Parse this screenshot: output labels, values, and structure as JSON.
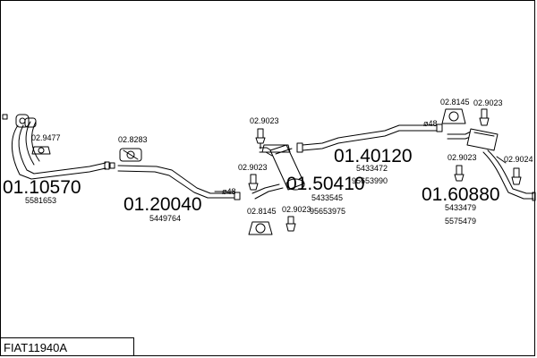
{
  "diagram": {
    "code": "FIAT11940A",
    "parts": [
      {
        "id": "p1",
        "number": "01.10570",
        "oem": [
          "5581653"
        ]
      },
      {
        "id": "p2",
        "number": "01.20040",
        "oem": [
          "5449764"
        ]
      },
      {
        "id": "p3",
        "number": "01.50410",
        "oem": [
          "5433545",
          "95653975"
        ]
      },
      {
        "id": "p4",
        "number": "01.40120",
        "oem": [
          "5433472",
          "95653990"
        ]
      },
      {
        "id": "p5",
        "number": "01.60880",
        "oem": [
          "5433479",
          "5575479"
        ]
      }
    ],
    "accessories": [
      {
        "id": "a1",
        "number": "02.9477"
      },
      {
        "id": "a2",
        "number": "02.8283"
      },
      {
        "id": "a3",
        "number": "02.9023"
      },
      {
        "id": "a4",
        "number": "02.9023"
      },
      {
        "id": "a5",
        "number": "02.8145"
      },
      {
        "id": "a6",
        "number": "02.9023"
      },
      {
        "id": "a7",
        "number": "02.8145"
      },
      {
        "id": "a8",
        "number": "02.9023"
      },
      {
        "id": "a9",
        "number": "02.9023"
      },
      {
        "id": "a10",
        "number": "02.9024"
      }
    ],
    "diameters": [
      {
        "id": "d1",
        "label": "ø48"
      },
      {
        "id": "d2",
        "label": "ø48"
      }
    ]
  }
}
